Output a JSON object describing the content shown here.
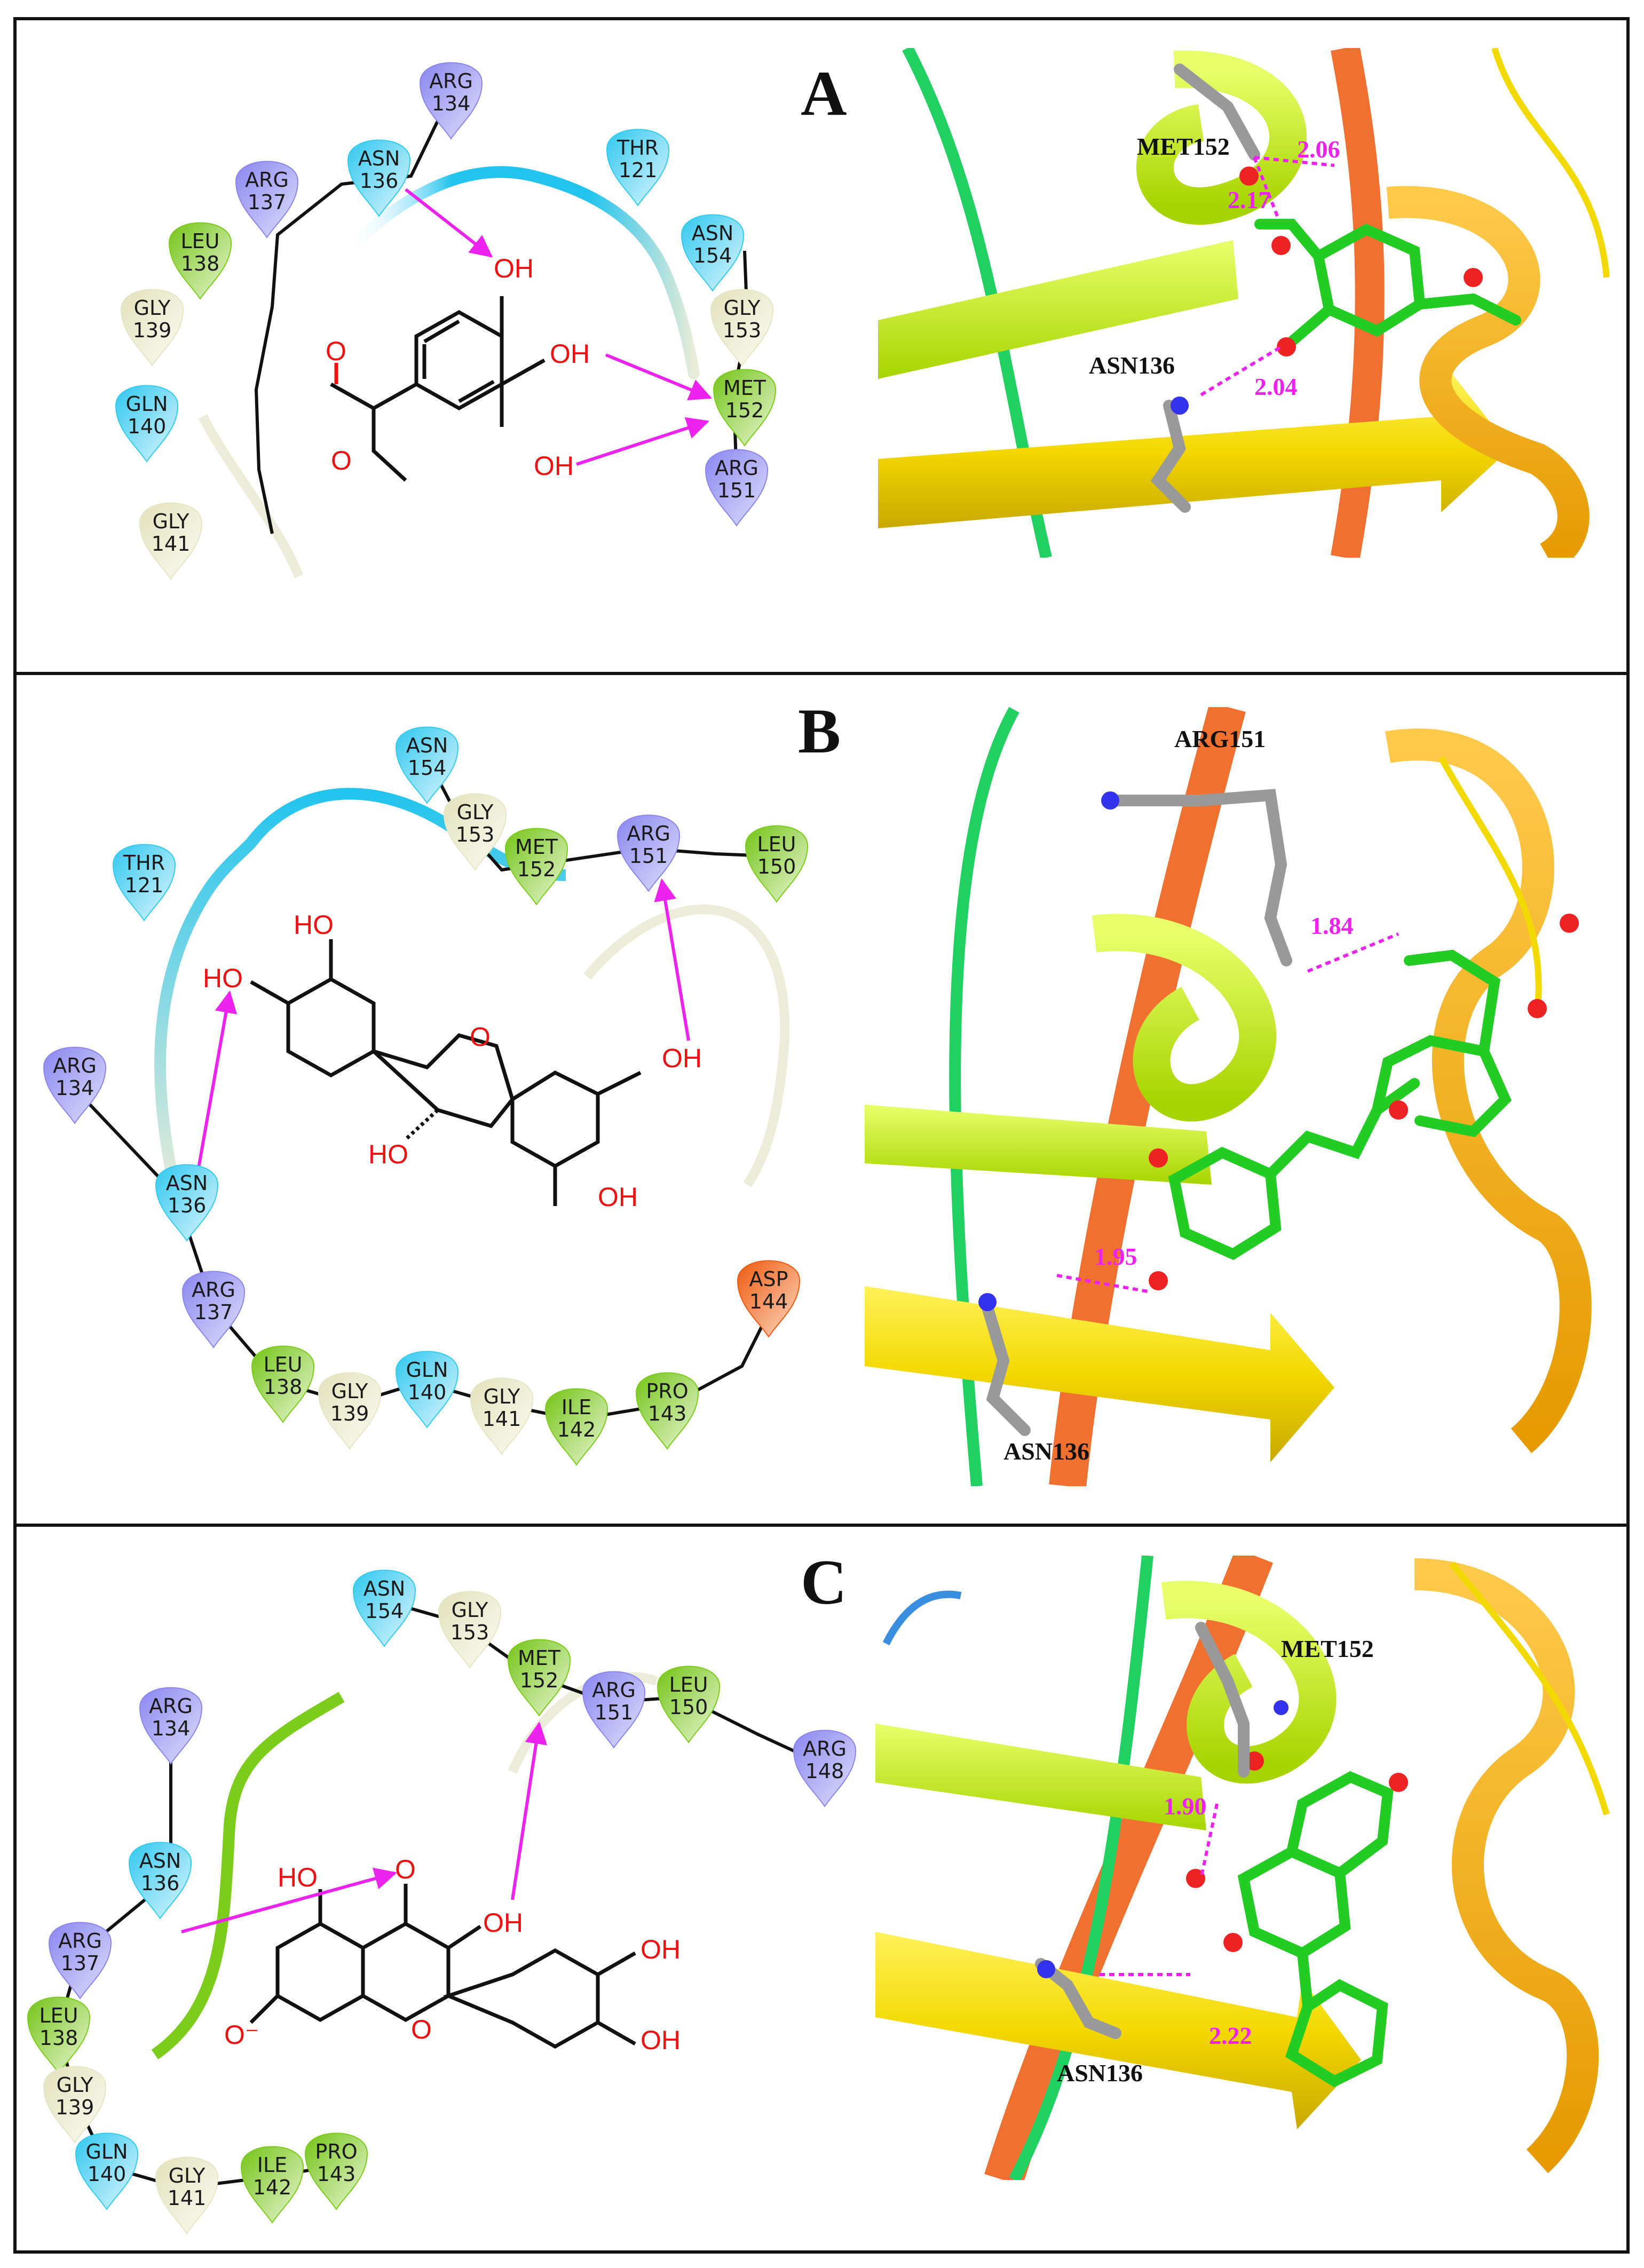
{
  "panels": [
    {
      "letter": "A",
      "residues": [
        {
          "name": "ARG",
          "num": "134",
          "kind": "pos"
        },
        {
          "name": "ASN",
          "num": "136",
          "kind": "polar"
        },
        {
          "name": "THR",
          "num": "121",
          "kind": "polar"
        },
        {
          "name": "ARG",
          "num": "137",
          "kind": "pos"
        },
        {
          "name": "LEU",
          "num": "138",
          "kind": "hyd"
        },
        {
          "name": "ASN",
          "num": "154",
          "kind": "polar"
        },
        {
          "name": "GLY",
          "num": "139",
          "kind": "gly"
        },
        {
          "name": "GLY",
          "num": "153",
          "kind": "gly"
        },
        {
          "name": "GLN",
          "num": "140",
          "kind": "polar"
        },
        {
          "name": "MET",
          "num": "152",
          "kind": "hyd"
        },
        {
          "name": "ARG",
          "num": "151",
          "kind": "pos"
        },
        {
          "name": "GLY",
          "num": "141",
          "kind": "gly"
        }
      ],
      "atoms": [
        "OH",
        "OH",
        "OH",
        "O",
        "O"
      ],
      "labels3d": [
        "MET152",
        "ASN136"
      ],
      "distances": [
        "2.06",
        "2.17",
        "2.04"
      ]
    },
    {
      "letter": "B",
      "residues": [
        {
          "name": "ASN",
          "num": "154",
          "kind": "polar"
        },
        {
          "name": "GLY",
          "num": "153",
          "kind": "gly"
        },
        {
          "name": "MET",
          "num": "152",
          "kind": "hyd"
        },
        {
          "name": "ARG",
          "num": "151",
          "kind": "pos"
        },
        {
          "name": "LEU",
          "num": "150",
          "kind": "hyd"
        },
        {
          "name": "THR",
          "num": "121",
          "kind": "polar"
        },
        {
          "name": "ARG",
          "num": "134",
          "kind": "pos"
        },
        {
          "name": "ASN",
          "num": "136",
          "kind": "polar"
        },
        {
          "name": "ARG",
          "num": "137",
          "kind": "pos"
        },
        {
          "name": "LEU",
          "num": "138",
          "kind": "hyd"
        },
        {
          "name": "GLY",
          "num": "139",
          "kind": "gly"
        },
        {
          "name": "GLN",
          "num": "140",
          "kind": "polar"
        },
        {
          "name": "GLY",
          "num": "141",
          "kind": "gly"
        },
        {
          "name": "ILE",
          "num": "142",
          "kind": "hyd"
        },
        {
          "name": "PRO",
          "num": "143",
          "kind": "hyd"
        },
        {
          "name": "ASP",
          "num": "144",
          "kind": "neg"
        }
      ],
      "atoms": [
        "HO",
        "HO",
        "OH",
        "O",
        "HO",
        "OH"
      ],
      "labels3d": [
        "ARG151",
        "ASN136"
      ],
      "distances": [
        "1.84",
        "1.95"
      ]
    },
    {
      "letter": "C",
      "residues": [
        {
          "name": "ASN",
          "num": "154",
          "kind": "polar"
        },
        {
          "name": "GLY",
          "num": "153",
          "kind": "gly"
        },
        {
          "name": "MET",
          "num": "152",
          "kind": "hyd"
        },
        {
          "name": "ARG",
          "num": "151",
          "kind": "pos"
        },
        {
          "name": "LEU",
          "num": "150",
          "kind": "hyd"
        },
        {
          "name": "ARG",
          "num": "148",
          "kind": "pos"
        },
        {
          "name": "ARG",
          "num": "134",
          "kind": "pos"
        },
        {
          "name": "ASN",
          "num": "136",
          "kind": "polar"
        },
        {
          "name": "ARG",
          "num": "137",
          "kind": "pos"
        },
        {
          "name": "LEU",
          "num": "138",
          "kind": "hyd"
        },
        {
          "name": "GLY",
          "num": "139",
          "kind": "gly"
        },
        {
          "name": "GLN",
          "num": "140",
          "kind": "polar"
        },
        {
          "name": "GLY",
          "num": "141",
          "kind": "gly"
        },
        {
          "name": "ILE",
          "num": "142",
          "kind": "hyd"
        },
        {
          "name": "PRO",
          "num": "143",
          "kind": "hyd"
        }
      ],
      "atoms": [
        "HO",
        "O",
        "OH",
        "O",
        "O⁻",
        "OH",
        "OH"
      ],
      "labels3d": [
        "MET152",
        "ASN136"
      ],
      "distances": [
        "1.90",
        "2.22"
      ]
    }
  ],
  "colors": {
    "pos": [
      "#8a86f0",
      "#d9d8fb"
    ],
    "polar": [
      "#33ccf0",
      "#d4f3fb"
    ],
    "hyd": [
      "#7ccc1c",
      "#e3f5c8"
    ],
    "gly": [
      "#e6e6c4",
      "#f8f8ee"
    ],
    "neg": [
      "#f05a10",
      "#fbd3bd"
    ],
    "hbond": "#ee22ee",
    "heteroatom": "#ee1111",
    "ligand_carbon": "#22cc22"
  }
}
